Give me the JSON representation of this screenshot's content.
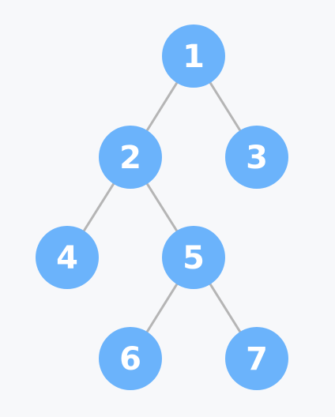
{
  "colors": {
    "background": "#f7f8fa",
    "node_fill": "#6bb3fb",
    "edge_stroke": "#b5b5b5",
    "label": "#ffffff"
  },
  "tree": {
    "nodes": [
      {
        "id": "1",
        "label": "1"
      },
      {
        "id": "2",
        "label": "2"
      },
      {
        "id": "3",
        "label": "3"
      },
      {
        "id": "4",
        "label": "4"
      },
      {
        "id": "5",
        "label": "5"
      },
      {
        "id": "6",
        "label": "6"
      },
      {
        "id": "7",
        "label": "7"
      }
    ],
    "edges": [
      {
        "from": "1",
        "to": "2"
      },
      {
        "from": "1",
        "to": "3"
      },
      {
        "from": "2",
        "to": "4"
      },
      {
        "from": "2",
        "to": "5"
      },
      {
        "from": "5",
        "to": "6"
      },
      {
        "from": "5",
        "to": "7"
      }
    ]
  }
}
